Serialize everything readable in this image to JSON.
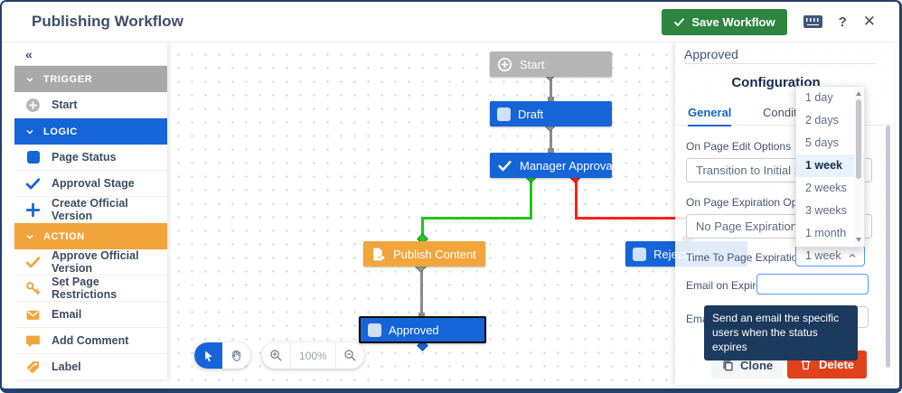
{
  "window": {
    "title": "Publishing Workflow"
  },
  "header": {
    "save_label": "Save Workflow",
    "help_label": "?",
    "close_label": "✕"
  },
  "sidebar": {
    "collapse_label": "«",
    "sections": [
      {
        "label": "TRIGGER",
        "color": "#a9a9a9",
        "items": [
          {
            "id": "start",
            "label": "Start"
          }
        ]
      },
      {
        "label": "LOGIC",
        "color": "#1565d8",
        "items": [
          {
            "id": "page-status",
            "label": "Page Status"
          },
          {
            "id": "approval-stage",
            "label": "Approval Stage"
          },
          {
            "id": "create-official-version",
            "label": "Create Official Version"
          }
        ]
      },
      {
        "label": "ACTION",
        "color": "#f2a43c",
        "items": [
          {
            "id": "approve-official-version",
            "label": "Approve Official Version"
          },
          {
            "id": "set-page-restrictions",
            "label": "Set Page Restrictions"
          },
          {
            "id": "email",
            "label": "Email"
          },
          {
            "id": "add-comment",
            "label": "Add Comment"
          },
          {
            "id": "label",
            "label": "Label"
          }
        ]
      }
    ]
  },
  "canvas": {
    "nodes": [
      {
        "id": "start",
        "label": "Start",
        "color": "#b5b5b5"
      },
      {
        "id": "draft",
        "label": "Draft",
        "color": "#1565d8"
      },
      {
        "id": "manager-approval",
        "label": "Manager Approval",
        "color": "#1565d8"
      },
      {
        "id": "publish-content",
        "label": "Publish Content",
        "color": "#f0a63c"
      },
      {
        "id": "rejected",
        "label": "Rejected",
        "color": "#1565d8"
      },
      {
        "id": "approved",
        "label": "Approved",
        "color": "#1565d8",
        "selected": true
      }
    ],
    "connector_colors": {
      "default": "#8a8a8a",
      "approve": "#1fc71f",
      "reject": "#fb2314"
    },
    "toolbar": {
      "zoom_level": "100%"
    }
  },
  "panel": {
    "status_name": "Approved",
    "heading": "Configuration",
    "tabs": {
      "general": "General",
      "conditions": "Conditions"
    },
    "active_tab": "General",
    "fields": {
      "edit_options_label": "On Page Edit Options",
      "edit_options_value": "Transition to Initial Status",
      "expiration_options_label": "On Page Expiration Options",
      "expiration_options_value": "No Page Expiration",
      "time_to_expiration_label": "Time To Page Expiration",
      "time_to_expiration_value": "1 week",
      "email_on_expire_label": "Email on Expire",
      "email_on_expire_value": "",
      "email_label": "Email"
    },
    "dropdown": {
      "options": [
        "1 day",
        "2 days",
        "5 days",
        "1 week",
        "2 weeks",
        "3 weeks",
        "1 month"
      ],
      "selected": "1 week"
    },
    "tooltip": "Send an email the specific users when the status expires",
    "clone_label": "Clone",
    "delete_label": "Delete"
  },
  "colors": {
    "save_green": "#2e8540",
    "delete_red": "#e2411c",
    "logic_blue": "#1565d8",
    "action_orange": "#f2a43c",
    "trigger_gray": "#a9a9a9",
    "tooltip_navy": "#1c3a5e"
  }
}
